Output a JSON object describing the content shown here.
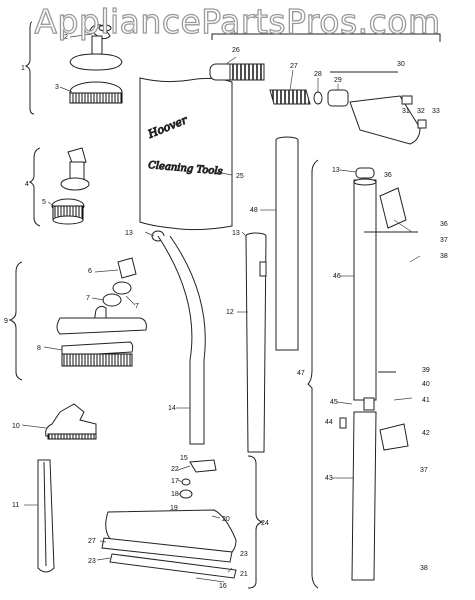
{
  "watermark": "AppliancePartsPros.com",
  "bag_label": {
    "brand": "Hoover",
    "text": "Cleaning Tools"
  },
  "callouts": [
    {
      "id": "1"
    },
    {
      "id": "2"
    },
    {
      "id": "3"
    },
    {
      "id": "4"
    },
    {
      "id": "5"
    },
    {
      "id": "6"
    },
    {
      "id": "7"
    },
    {
      "id": "7b",
      "text": "7"
    },
    {
      "id": "8"
    },
    {
      "id": "9"
    },
    {
      "id": "10"
    },
    {
      "id": "11"
    },
    {
      "id": "12"
    },
    {
      "id": "13a",
      "text": "13"
    },
    {
      "id": "13b",
      "text": "13"
    },
    {
      "id": "13c",
      "text": "13"
    },
    {
      "id": "14"
    },
    {
      "id": "15"
    },
    {
      "id": "16"
    },
    {
      "id": "17"
    },
    {
      "id": "18"
    },
    {
      "id": "19"
    },
    {
      "id": "20"
    },
    {
      "id": "21"
    },
    {
      "id": "22"
    },
    {
      "id": "23a",
      "text": "23"
    },
    {
      "id": "23b",
      "text": "23"
    },
    {
      "id": "24"
    },
    {
      "id": "25"
    },
    {
      "id": "26"
    },
    {
      "id": "27a",
      "text": "27"
    },
    {
      "id": "27b",
      "text": "27"
    },
    {
      "id": "28"
    },
    {
      "id": "29"
    },
    {
      "id": "30"
    },
    {
      "id": "31"
    },
    {
      "id": "32"
    },
    {
      "id": "33"
    },
    {
      "id": "36a",
      "text": "36"
    },
    {
      "id": "36b",
      "text": "36"
    },
    {
      "id": "37a",
      "text": "37"
    },
    {
      "id": "37b",
      "text": "37"
    },
    {
      "id": "38a",
      "text": "38"
    },
    {
      "id": "38b",
      "text": "38"
    },
    {
      "id": "39"
    },
    {
      "id": "40"
    },
    {
      "id": "41"
    },
    {
      "id": "42"
    },
    {
      "id": "43"
    },
    {
      "id": "44"
    },
    {
      "id": "45"
    },
    {
      "id": "46"
    },
    {
      "id": "47"
    },
    {
      "id": "48"
    }
  ]
}
